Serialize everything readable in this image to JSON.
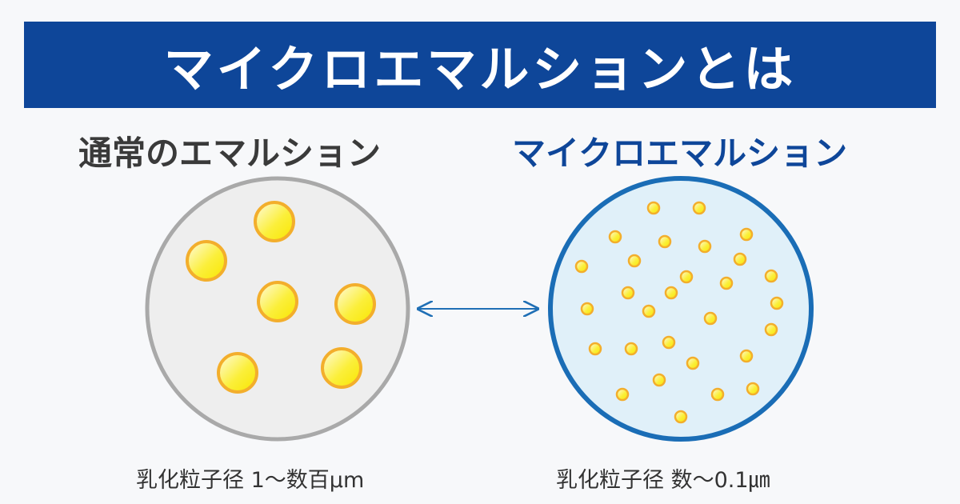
{
  "title": "マイクロエマルションとは",
  "left": {
    "heading": "通常のエマルション",
    "caption": "乳化粒子径 1〜数百μm"
  },
  "right": {
    "heading": "マイクロエマルション",
    "caption": "乳化粒子径 数〜0.1㎛"
  },
  "colors": {
    "brand": "#0e4699",
    "arrow": "#1f6fb5",
    "droplet_stroke": "#f3ae2c",
    "droplet_fill": "#fbee1c"
  }
}
